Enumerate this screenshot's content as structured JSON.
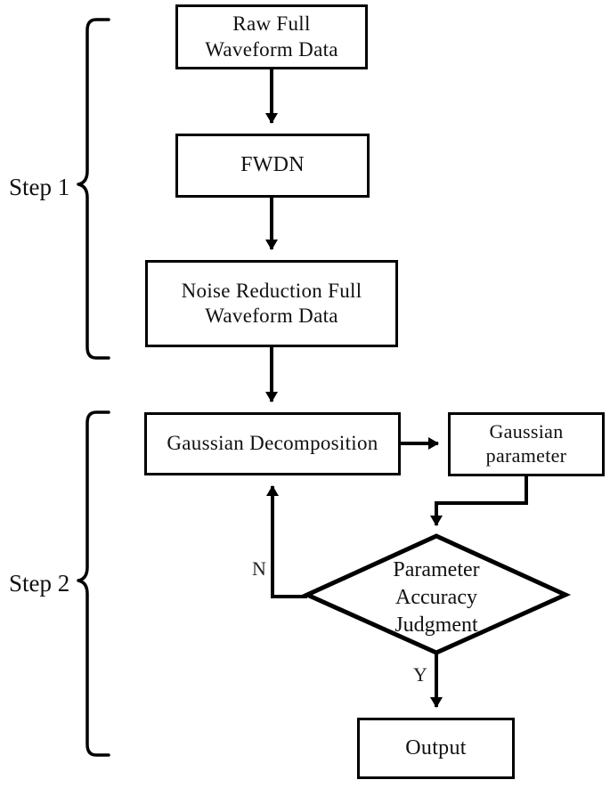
{
  "diagram": {
    "title": "Two-step full waveform processing flowchart",
    "background_color": "#ffffff",
    "stroke_color": "#000000",
    "text_color": "#111111"
  },
  "groups": [
    {
      "id": "step1",
      "label": "Step 1"
    },
    {
      "id": "step2",
      "label": "Step 2"
    }
  ],
  "nodes": {
    "raw_data": {
      "label": "Raw Full\nWaveform Data",
      "shape": "rectangle"
    },
    "fwdn": {
      "label": "FWDN",
      "shape": "rectangle"
    },
    "noise_reduction": {
      "label": "Noise Reduction Full\nWaveform Data",
      "shape": "rectangle"
    },
    "gaussian_decomposition": {
      "label": "Gaussian Decomposition",
      "shape": "rectangle"
    },
    "gaussian_parameter": {
      "label": "Gaussian\nparameter",
      "shape": "rectangle"
    },
    "parameter_judgment": {
      "label": "Parameter\nAccuracy\nJudgment",
      "shape": "diamond"
    },
    "output": {
      "label": "Output",
      "shape": "rectangle"
    }
  },
  "edge_labels": {
    "no_branch": "N",
    "yes_branch": "Y"
  }
}
